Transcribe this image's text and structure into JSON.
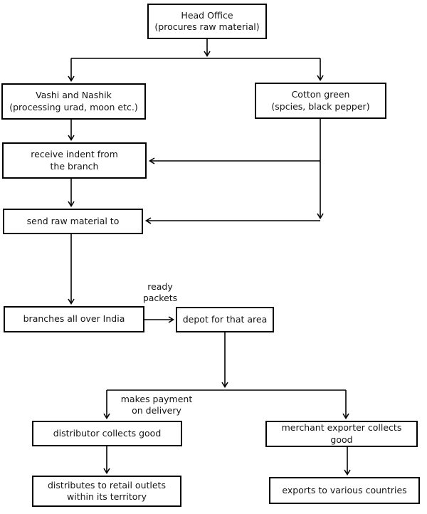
{
  "diagram": {
    "type": "flowchart",
    "background_color": "#ffffff",
    "line_color": "#000000",
    "box_border_color": "#000000",
    "box_fill_color": "#ffffff",
    "text_color": "#141414"
  },
  "nodes": {
    "head_office": {
      "line1": "Head Office",
      "line2": "(procures raw material)"
    },
    "vashi_nashik": {
      "line1": "Vashi and Nashik",
      "line2": "(processing urad, moon etc.)"
    },
    "cotton_green": {
      "line1": "Cotton green",
      "line2": "(spcies, black pepper)"
    },
    "receive_indent": {
      "line1": "receive indent from",
      "line2": "the branch"
    },
    "send_raw_material": {
      "line1": "send raw material to"
    },
    "branches_india": {
      "line1": "branches all over India"
    },
    "depot_area": {
      "line1": "depot for that area"
    },
    "distributor": {
      "line1": "distributor collects good"
    },
    "merchant_exporter": {
      "line1": "merchant exporter collects good"
    },
    "retail_outlets": {
      "line1": "distributes to retail outlets",
      "line2": "within its territory"
    },
    "exports_countries": {
      "line1": "exports to various countries"
    }
  },
  "edge_labels": {
    "ready_packets": {
      "line1": "ready",
      "line2": "packets"
    },
    "makes_payment": {
      "line1": "makes payment",
      "line2": "on delivery"
    }
  },
  "edges": [
    {
      "from": "head_office",
      "to": "vashi_nashik"
    },
    {
      "from": "head_office",
      "to": "cotton_green"
    },
    {
      "from": "vashi_nashik",
      "to": "receive_indent"
    },
    {
      "from": "cotton_green",
      "to": "receive_indent"
    },
    {
      "from": "receive_indent",
      "to": "send_raw_material"
    },
    {
      "from": "cotton_green",
      "to": "send_raw_material"
    },
    {
      "from": "send_raw_material",
      "to": "branches_india"
    },
    {
      "from": "branches_india",
      "to": "depot_area",
      "label": "ready packets"
    },
    {
      "from": "depot_area",
      "to": "distributor",
      "label": "makes payment on delivery"
    },
    {
      "from": "depot_area",
      "to": "merchant_exporter"
    },
    {
      "from": "distributor",
      "to": "retail_outlets"
    },
    {
      "from": "merchant_exporter",
      "to": "exports_countries"
    }
  ]
}
